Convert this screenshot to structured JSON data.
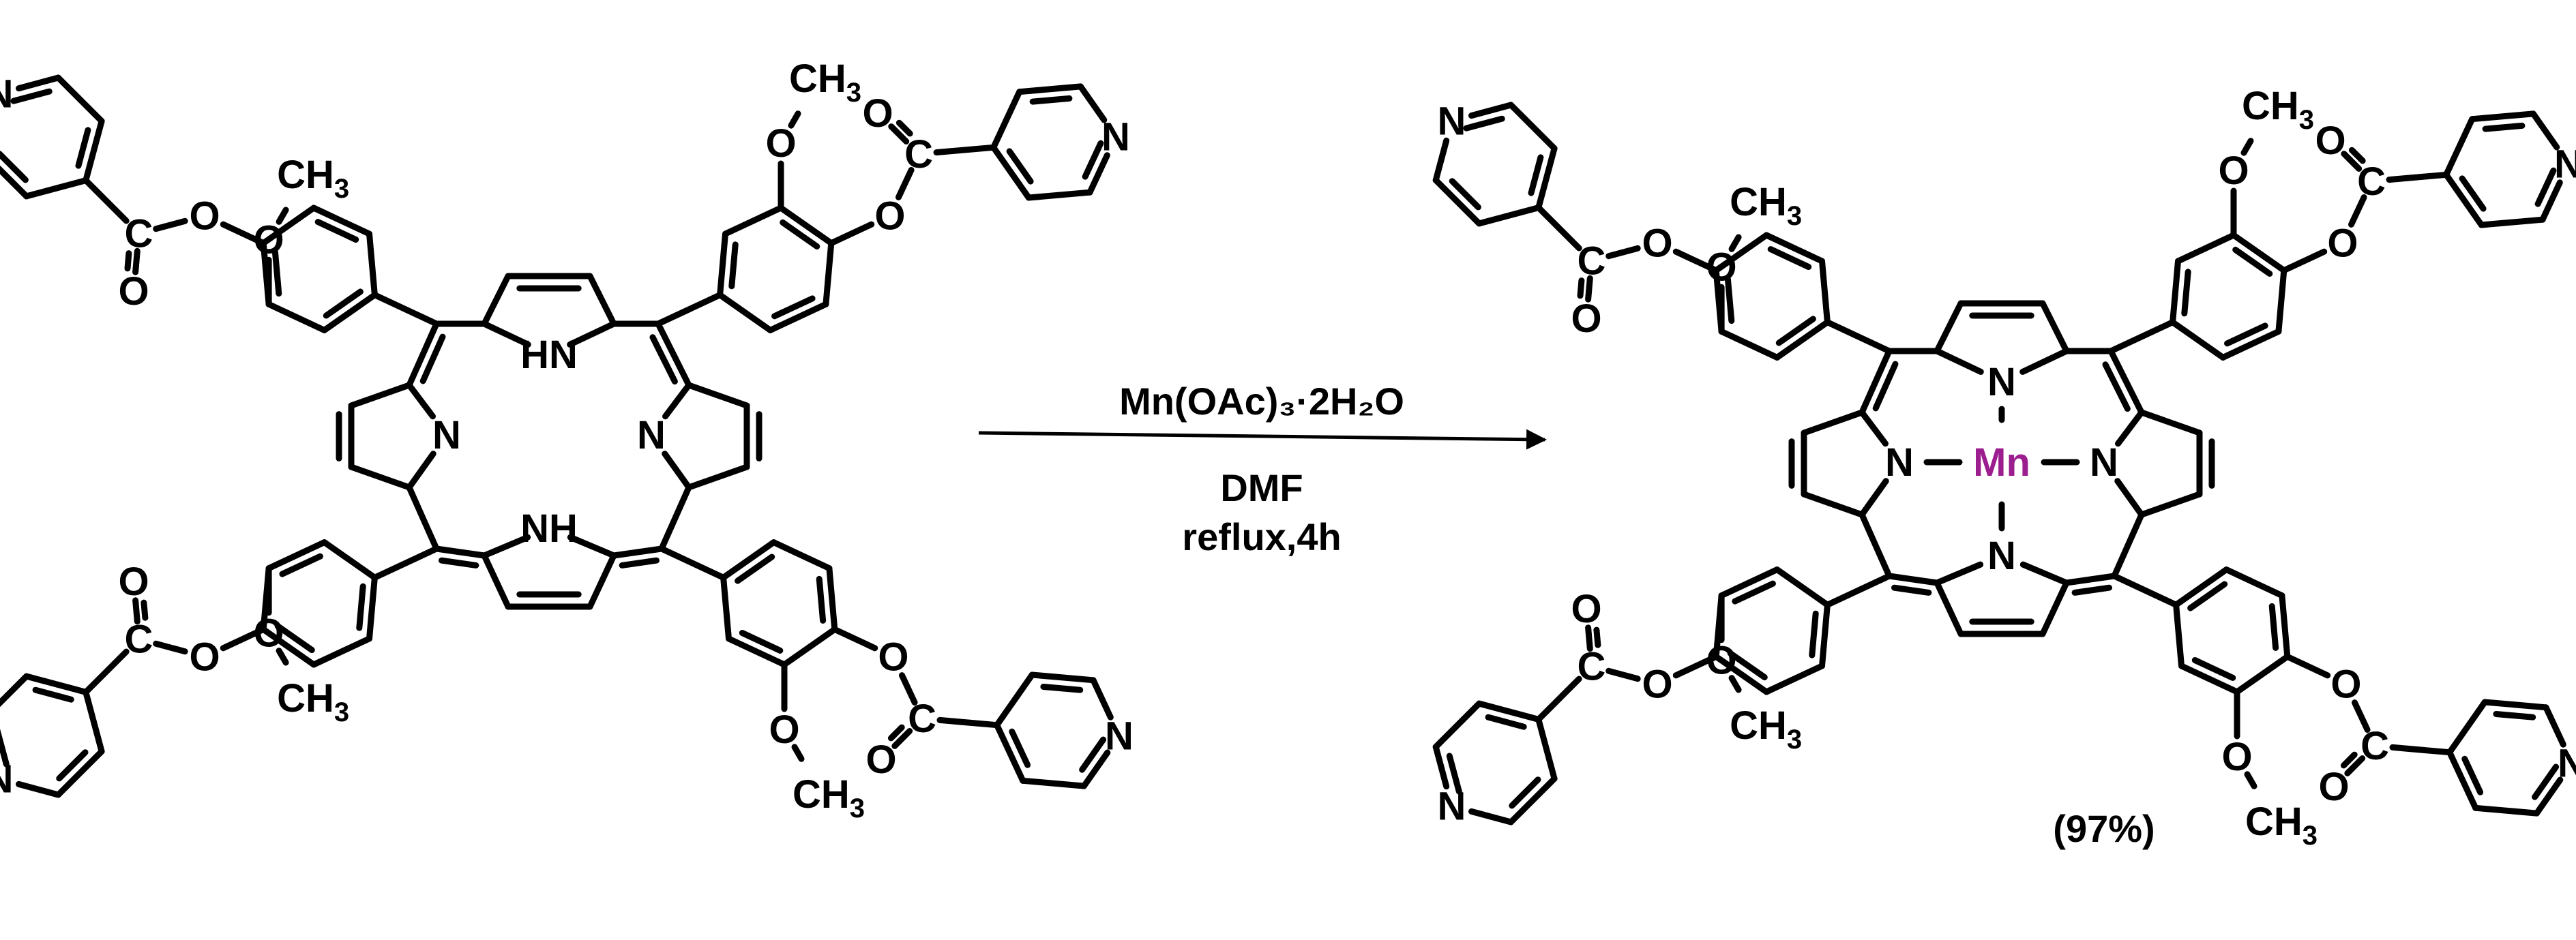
{
  "reaction": {
    "reagent": "Mn(OAc)₃·2H₂O",
    "solvent": "DMF",
    "conditions": "reflux,4h",
    "yield": "(97%)"
  },
  "atoms": {
    "nitrogen": "N",
    "nh": "NH",
    "hn": "HN",
    "metal": "Mn",
    "oxygen": "O",
    "carbon": "C",
    "methyl": "CH",
    "subscript_3": "3"
  },
  "colors": {
    "metal": "#9b1d8e",
    "ink": "#000000"
  }
}
